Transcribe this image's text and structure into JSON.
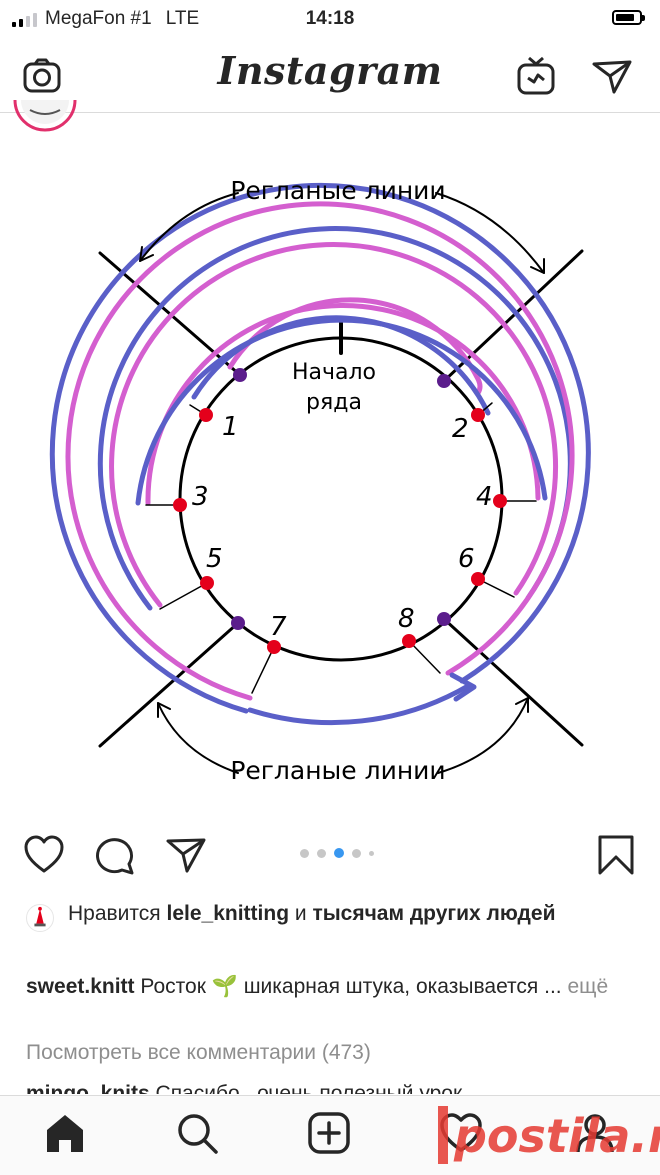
{
  "status_bar": {
    "carrier": "MegaFon #1",
    "network": "LTE",
    "time": "14:18",
    "battery_level": 0.8
  },
  "nav": {
    "logo": "Instagram",
    "left_icon": "camera-icon",
    "right_icons": [
      "igtv-icon",
      "direct-send-icon"
    ]
  },
  "post": {
    "diagram": {
      "label_top": "Регланые линии",
      "label_bottom": "Регланые линии",
      "center_label_line1": "Начало",
      "center_label_line2": "ряда",
      "markers": [
        "1",
        "2",
        "3",
        "4",
        "5",
        "6",
        "7",
        "8"
      ],
      "colors": {
        "blue": "#5a5fc8",
        "pink": "#d45fcf",
        "red": "#e4001b",
        "purple": "#5b1d8c"
      }
    },
    "carousel_dots": 5,
    "active_dot": 3
  },
  "likes": {
    "prefix": "Нравится ",
    "user": "lele_knitting",
    "middle": " и ",
    "others": "тысячам других людей"
  },
  "caption": {
    "user": "sweet.knitt",
    "text_before_emoji": " Росток ",
    "emoji": "🌱",
    "text_after_emoji": " шикарная штука, оказывается ... ",
    "more": "ещё"
  },
  "view_comments": "Посмотреть все комментарии (473)",
  "partial_comment": {
    "user": "mingo_knits",
    "text": " Спасибо , очень полезный урок"
  },
  "tab_bar": {
    "items": [
      "home-icon",
      "search-icon",
      "new-post-icon",
      "activity-icon",
      "profile-icon"
    ]
  },
  "watermark": "postila.ru",
  "colors": {
    "accent": "#3897f0",
    "muted": "#8e8e8e",
    "watermark": "#e63a32"
  }
}
